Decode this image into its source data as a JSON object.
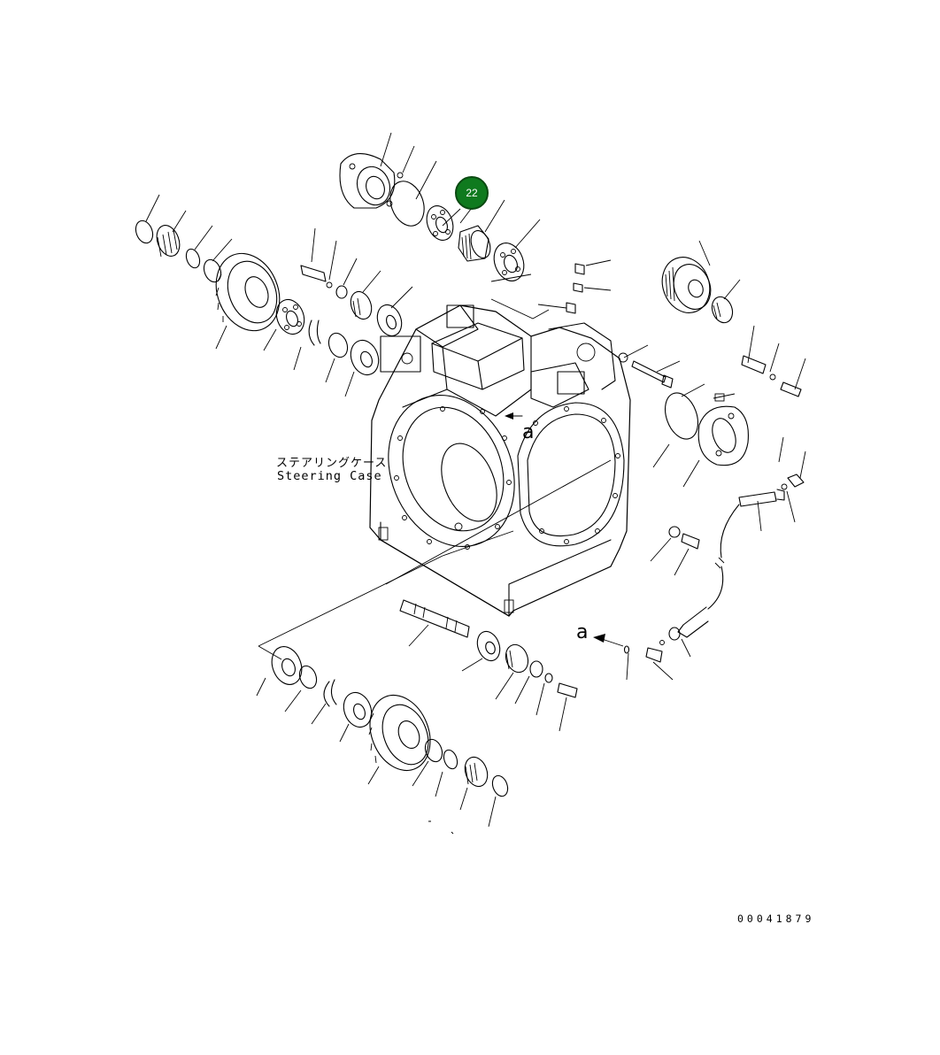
{
  "diagram": {
    "case_label_jp": "ステアリングケース",
    "case_label_en": "Steering Case",
    "view_ref_main": "a",
    "view_ref_detail": "a",
    "drawing_number": "00041879",
    "highlighted_callout": {
      "label": "22",
      "color": "#0f7a1e"
    }
  }
}
